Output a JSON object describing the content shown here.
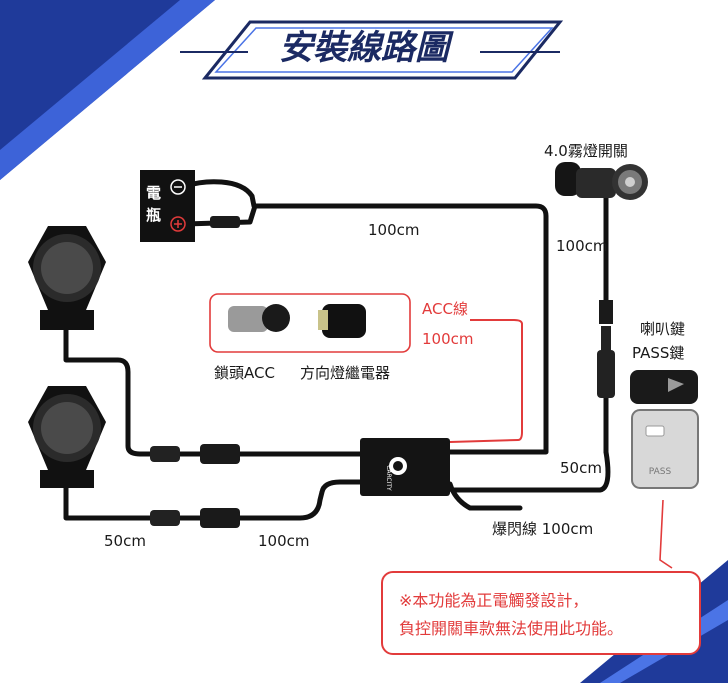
{
  "title": "安裝線路圖",
  "battery": {
    "line1": "電",
    "line2": "瓶",
    "neg_symbol": "⊖",
    "pos_symbol": "⊕"
  },
  "labels": {
    "fog_switch": "4.0霧燈開關",
    "wire_top": "100cm",
    "wire_switch": "100cm",
    "acc_wire": "ACC線",
    "acc_len": "100cm",
    "ignition_acc": "鎖頭ACC",
    "turn_relay": "方向燈繼電器",
    "horn_key": "喇叭鍵",
    "pass_key": "PASS鍵",
    "wire_right": "50cm",
    "flash_wire": "爆閃線 100cm",
    "wire_bottom_left": "50cm",
    "wire_bottom_mid": "100cm",
    "controller_brand": "CARCITY",
    "pass_btn": "PASS"
  },
  "notice": {
    "line1": "※本功能為正電觸發設計，",
    "line2": "負控開關車款無法使用此功能。"
  },
  "colors": {
    "accent_blue": "#1f3a9a",
    "navy": "#1b2a63",
    "red": "#e23b3b",
    "wire": "#1a1a1a"
  }
}
